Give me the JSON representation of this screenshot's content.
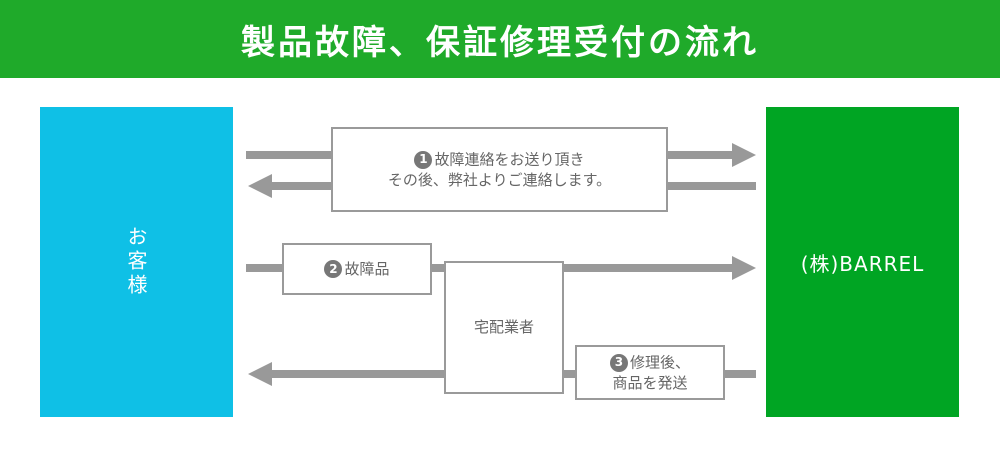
{
  "header": {
    "title": "製品故障、保証修理受付の流れ"
  },
  "nodes": {
    "customer": "お客様",
    "company": "(株)BARREL",
    "courier": "宅配業者"
  },
  "steps": {
    "step1": {
      "number": "1",
      "line1": "故障連絡をお送り頂き",
      "line2": "その後、弊社よりご連絡します。"
    },
    "step2": {
      "number": "2",
      "text": "故障品"
    },
    "step3": {
      "number": "3",
      "line1": "修理後、",
      "line2": "商品を発送"
    }
  },
  "colors": {
    "header_bg": "#1faa2a",
    "customer_bg": "#0fc0e6",
    "company_bg": "#00a523",
    "arrow": "#999999",
    "label_border": "#9a9a9a",
    "label_text": "#666666"
  }
}
